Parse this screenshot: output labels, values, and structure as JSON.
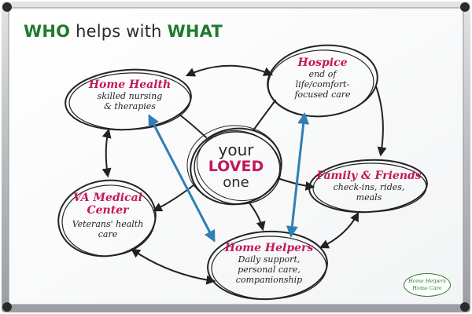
{
  "title": {
    "part1": "WHO",
    "part2": "helps with",
    "part3": "WHAT"
  },
  "center": {
    "line1": "your",
    "line2": "LOVED",
    "line3": "one"
  },
  "nodes": {
    "home_health": {
      "title": "Home Health",
      "line1": "skilled nursing",
      "line2": "& therapies"
    },
    "hospice": {
      "title": "Hospice",
      "line1": "end of",
      "line2": "life/comfort-",
      "line3": "focused care"
    },
    "family_friends": {
      "title": "Family & Friends",
      "line1": "check-ins, rides,",
      "line2": "meals"
    },
    "va_medical": {
      "title_line1": "VA Medical",
      "title_line2": "Center",
      "line1": "Veterans' health",
      "line2": "care"
    },
    "home_helpers": {
      "title": "Home Helpers",
      "line1": "Daily support,",
      "line2": "personal care,",
      "line3": "companionship"
    }
  },
  "logo": {
    "line1": "Home Helpers",
    "line2": "Home Care"
  },
  "colors": {
    "accent_green": "#1f7a2e",
    "accent_magenta": "#c2185b",
    "arrow_blue": "#2f7fb5",
    "ink": "#222222"
  }
}
